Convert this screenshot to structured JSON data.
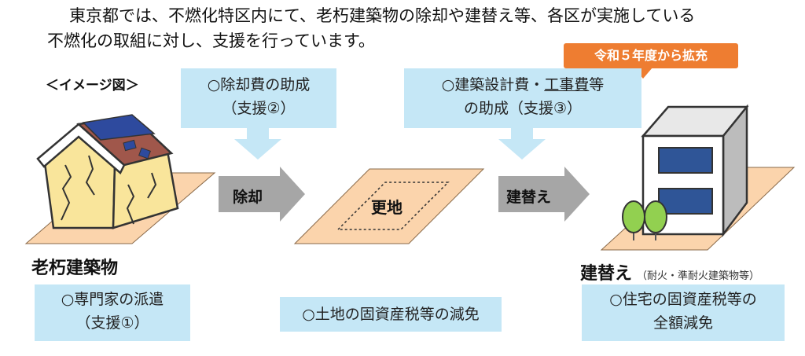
{
  "intro": {
    "line1": "東京都では、不燃化特区内にて、老朽建築物の除却や建替え等、各区が実施している",
    "line2": "不燃化の取組に対し、支援を行っています。"
  },
  "image_caption": "＜イメージ図＞",
  "support2": {
    "line1": "○除却費の助成",
    "line2": "（支援②）"
  },
  "badge": "令和５年度から拡充",
  "support3": {
    "line1_a": "○建築設計費・",
    "line1_b": "工事費",
    "line1_c": "等",
    "line2": "の助成（支援③）"
  },
  "arrow1_label": "除却",
  "arrow2_label": "建替え",
  "land_label": "更地",
  "old_building": {
    "title": "老朽建築物"
  },
  "rebuild": {
    "title": "建替え",
    "note": "（耐火・準耐火建築物等）"
  },
  "support1": {
    "line1": "○専門家の派遣",
    "line2": "（支援①）"
  },
  "tax_land": {
    "line1": "○土地の固資産税等の減免"
  },
  "tax_house": {
    "line1": "○住宅の固資産税等の",
    "line2": "全額減免"
  },
  "colors": {
    "box": "#c5e7f6",
    "arrow": "#a6a6a6",
    "badge": "#ee7d31",
    "ground": "#fbd4ac",
    "roof": "#2e4a9e",
    "wall": "#f9e59b"
  }
}
